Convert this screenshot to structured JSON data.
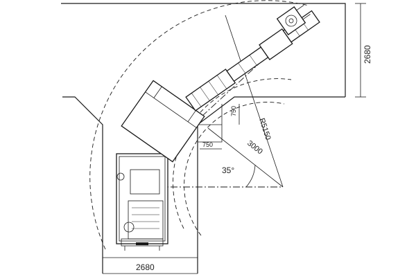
{
  "diagram": {
    "dimensions": {
      "bottom_width": "2680",
      "right_height": "2680",
      "radius_outer": "R5150",
      "radius_inner": "3000",
      "angle": "35°",
      "offset_horizontal": "750",
      "offset_vertical": "750"
    },
    "colors": {
      "line": "#1a1a1a",
      "background": "#ffffff"
    }
  }
}
